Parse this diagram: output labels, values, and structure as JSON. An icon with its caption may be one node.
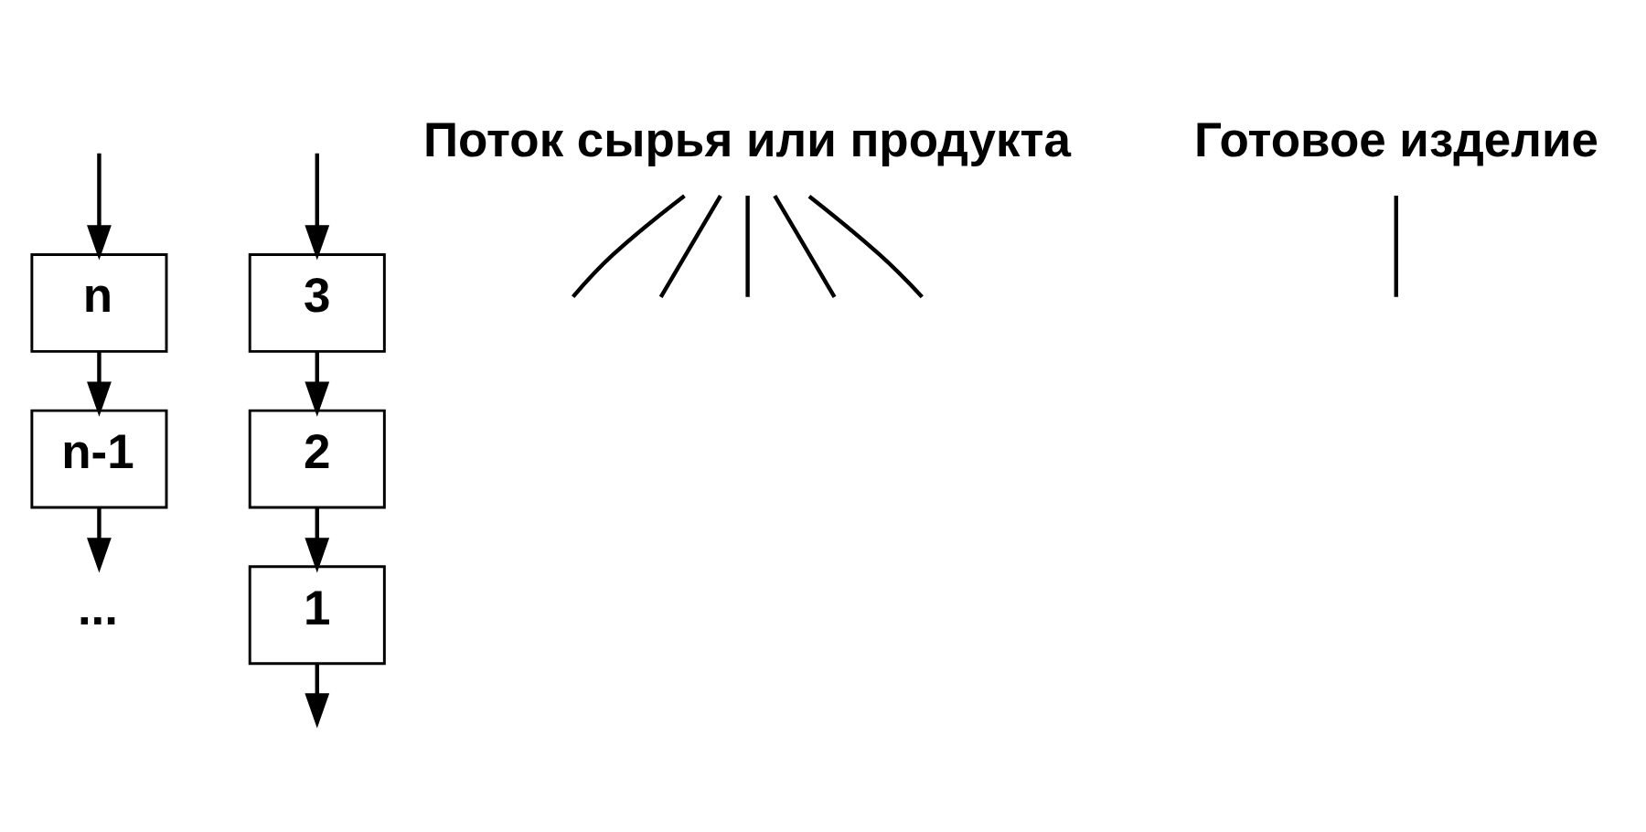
{
  "diagram": {
    "nodes": [
      {
        "text": [
          "n"
        ]
      },
      {
        "text": [
          "n-1"
        ]
      },
      {
        "text": [
          "..."
        ]
      },
      {
        "text": [
          "3"
        ]
      },
      {
        "text": [
          "2"
        ]
      },
      {
        "text": [
          "1"
        ]
      },
      {
        "text": [
          "Поток сырья или продукта"
        ]
      },
      {
        "text": [
          "Готовое изделие"
        ]
      }
    ],
    "edges": [
      {
        "from": null,
        "to": 0,
        "arrow": "to"
      },
      {
        "from": 0,
        "to": 1,
        "arrow": "to"
      },
      {
        "from": 1,
        "to": 2,
        "arrow": "to"
      },
      {
        "from": null,
        "to": 3,
        "arrow": "to"
      },
      {
        "from": 3,
        "to": 4,
        "arrow": "to"
      },
      {
        "from": 4,
        "to": 5,
        "arrow": "to"
      },
      {
        "from": 5,
        "to": null,
        "arrow": "to"
      },
      {
        "from": 6,
        "to": null,
        "arrow": "none"
      },
      {
        "from": 6,
        "to": null,
        "arrow": "none"
      },
      {
        "from": 6,
        "to": null,
        "arrow": "none"
      },
      {
        "from": 6,
        "to": null,
        "arrow": "none"
      },
      {
        "from": 6,
        "to": null,
        "arrow": "none"
      },
      {
        "from": 7,
        "to": null,
        "arrow": "none"
      }
    ]
  }
}
